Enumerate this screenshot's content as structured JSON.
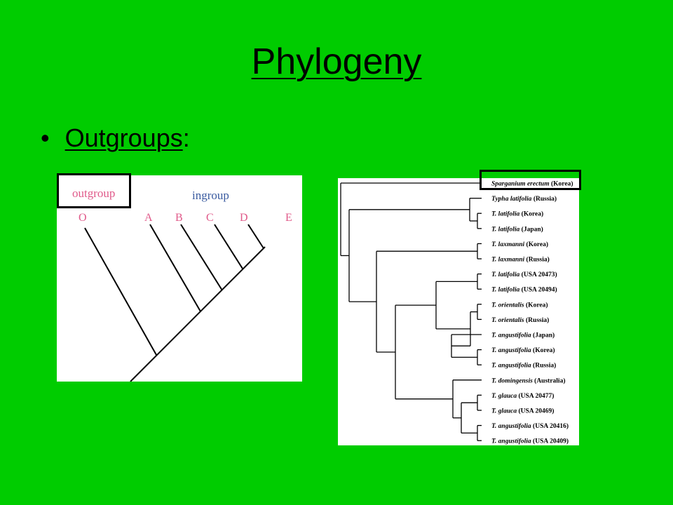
{
  "slide": {
    "title": "Phylogeny",
    "bullet": "Outgroups",
    "bullet_suffix": ":"
  },
  "left_tree": {
    "outgroup_label": "outgroup",
    "ingroup_label": "ingroup",
    "leaves": [
      "O",
      "A",
      "B",
      "C",
      "D",
      "E"
    ],
    "label_color": "#e05a8a",
    "ingroup_color": "#3a5ba0"
  },
  "right_tree": {
    "taxa": [
      {
        "genus": "Sparganium erectum",
        "loc": "(Korea)"
      },
      {
        "genus": "Typha latifolia",
        "loc": "(Russia)"
      },
      {
        "genus": "T. latifolia",
        "loc": "(Korea)"
      },
      {
        "genus": "T. latifolia",
        "loc": "(Japan)"
      },
      {
        "genus": "T. laxmanni",
        "loc": "(Korea)"
      },
      {
        "genus": "T. laxmanni",
        "loc": "(Russia)"
      },
      {
        "genus": "T. latifolia",
        "loc": "(USA 20473)"
      },
      {
        "genus": "T. latifolia",
        "loc": "(USA 20494)"
      },
      {
        "genus": "T. orientalis",
        "loc": "(Korea)"
      },
      {
        "genus": "T. orientalis",
        "loc": "(Russia)"
      },
      {
        "genus": "T. angustifolia",
        "loc": "(Japan)"
      },
      {
        "genus": "T. angustifolia",
        "loc": "(Korea)"
      },
      {
        "genus": "T. angustifolia",
        "loc": "(Russia)"
      },
      {
        "genus": "T. domingensis",
        "loc": "(Australia)"
      },
      {
        "genus": "T. glauca",
        "loc": "(USA 20477)"
      },
      {
        "genus": "T. glauca",
        "loc": "(USA 20469)"
      },
      {
        "genus": "T. angustifolia",
        "loc": "(USA 20416)"
      },
      {
        "genus": "T. angustifolia",
        "loc": "(USA 20409)"
      }
    ]
  }
}
